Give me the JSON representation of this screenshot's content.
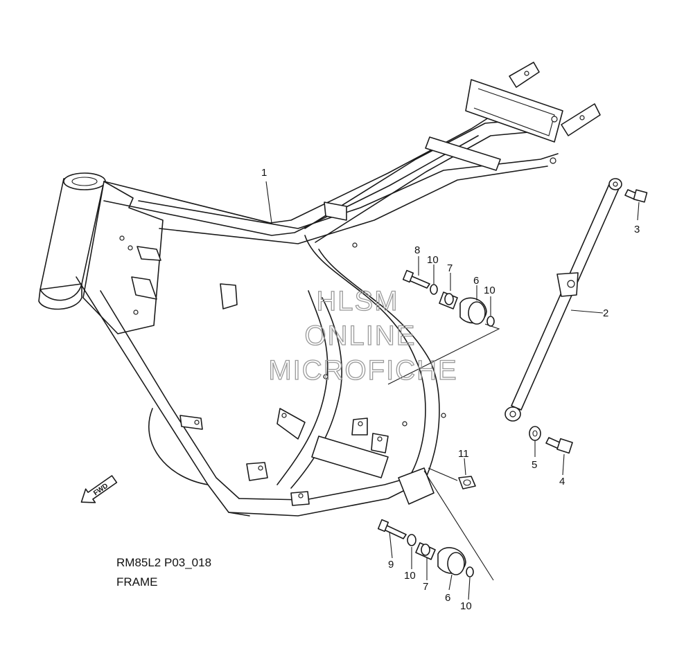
{
  "diagram": {
    "watermark": [
      "HLSM",
      "ONLINE",
      "MICROFICHE"
    ],
    "fwd_label": "FWD",
    "callouts": [
      "1",
      "2",
      "3",
      "4",
      "5",
      "6",
      "7",
      "8",
      "9",
      "10",
      "11"
    ],
    "caption": {
      "code": "RM85L2 P03_018",
      "title": "FRAME"
    }
  }
}
